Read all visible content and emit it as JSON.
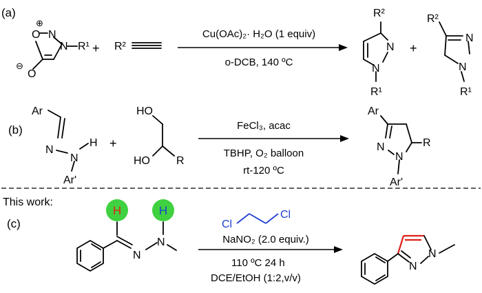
{
  "colors": {
    "red": "#e0201a",
    "blue": "#1f3fd1",
    "green": "#3fd13f",
    "black": "#000000"
  },
  "a": {
    "label": "(a)",
    "plus_sign": "+",
    "condition_1": "Cu(OAc)₂· H₂O (1 equiv)",
    "condition_2": "o-DCB, 140 ºC",
    "product_plus": "+",
    "sydnone": {
      "O": "O",
      "N": "N",
      "substituent": "R¹",
      "oxide": "O",
      "plus": "⊕",
      "minus": "⊖"
    },
    "alkyne_R": "R²",
    "product1": {
      "R2": "R²",
      "N1": "N",
      "N2": "N",
      "R1": "R¹"
    },
    "product2": {
      "R2": "R²",
      "N1": "N",
      "N2": "N",
      "R1": "R¹"
    }
  },
  "b": {
    "label": "(b)",
    "plus_sign": "+",
    "condition_1": "FeCl₃, acac",
    "condition_2": "TBHP, O₂ balloon",
    "condition_3": "rt-120  ºC",
    "hydrazone": {
      "Ar": "Ar",
      "N1": "N",
      "N2": "N",
      "H": "H",
      "Ar_prime": "Ar'"
    },
    "diol": {
      "HO_top": "HO",
      "HO_bottom": "HO",
      "R": "R"
    },
    "product": {
      "Ar": "Ar",
      "N1": "N",
      "N2": "N",
      "R": "R",
      "Ar_prime": "Ar'"
    }
  },
  "c": {
    "this_work": "This work:",
    "label": "(c)",
    "reagent_Cl_left": "Cl",
    "reagent_Cl_right": "Cl",
    "condition_1": "NaNO₂ (2.0 equiv.)",
    "condition_2": "110 ºC 24 h",
    "condition_3": "DCE/EtOH (1:2,v/v)",
    "substrate": {
      "H_red": "H",
      "H_blue": "H",
      "N1": "N",
      "N2": "N"
    },
    "product": {
      "N1": "N",
      "N2": "N"
    }
  }
}
